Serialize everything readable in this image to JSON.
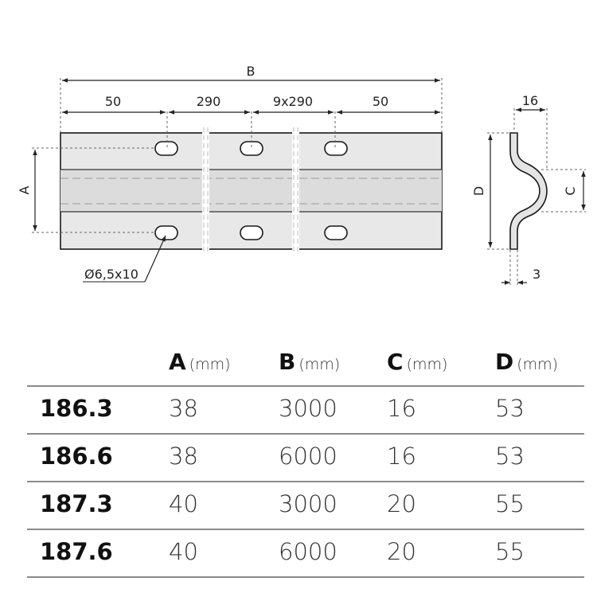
{
  "drawing": {
    "dim_B": "B",
    "dim_A": "A",
    "dim_C": "C",
    "dim_D": "D",
    "seg_1": "50",
    "seg_2": "290",
    "seg_3": "9x290",
    "seg_4": "50",
    "hole_label": "Ø6,5x10",
    "profile_width": "16",
    "profile_thickness": "3"
  },
  "table": {
    "unit": "(mm)",
    "headers": [
      "A",
      "B",
      "C",
      "D"
    ],
    "rows": [
      {
        "code": "186.3",
        "values": [
          "38",
          "3000",
          "16",
          "53"
        ]
      },
      {
        "code": "186.6",
        "values": [
          "38",
          "6000",
          "16",
          "53"
        ]
      },
      {
        "code": "187.3",
        "values": [
          "40",
          "3000",
          "20",
          "55"
        ]
      },
      {
        "code": "187.6",
        "values": [
          "40",
          "6000",
          "20",
          "55"
        ]
      }
    ]
  }
}
